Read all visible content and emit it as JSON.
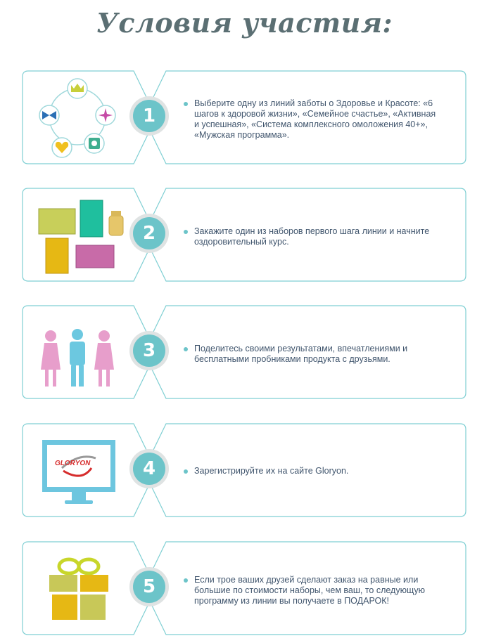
{
  "title": "Условия участия:",
  "colors": {
    "accent": "#6cc4c9",
    "frame": "#7fcfd3",
    "title": "#5b6f73",
    "text": "#40556d"
  },
  "steps": [
    {
      "number": "1",
      "text": "Выберите одну из линий заботы о Здоровье и Красоте: «6 шагов к здоровой жизни»,  «Семейное счастье», «Активная и успешная», «Система комплексного омоложения 40+», «Мужская программа».",
      "icon": "care-lines-icon"
    },
    {
      "number": "2",
      "text": "Закажите один из наборов первого шага линии и начните оздоровительный курс.",
      "icon": "product-sets-icon"
    },
    {
      "number": "3",
      "text": "Поделитесь своими результатами, впечатлениями и бесплатными пробниками продукта с друзьями.",
      "icon": "people-icon"
    },
    {
      "number": "4",
      "text": "Зарегистрируйте их на сайте Gloryon.",
      "icon": "monitor-icon",
      "logo_text": "GLORYON"
    },
    {
      "number": "5",
      "text": "Если трое ваших друзей сделают заказ на равные или большие по стоимости наборы, чем ваш, то следующую программу из линии вы получаете в ПОДАРОК!",
      "icon": "gift-icon"
    }
  ]
}
